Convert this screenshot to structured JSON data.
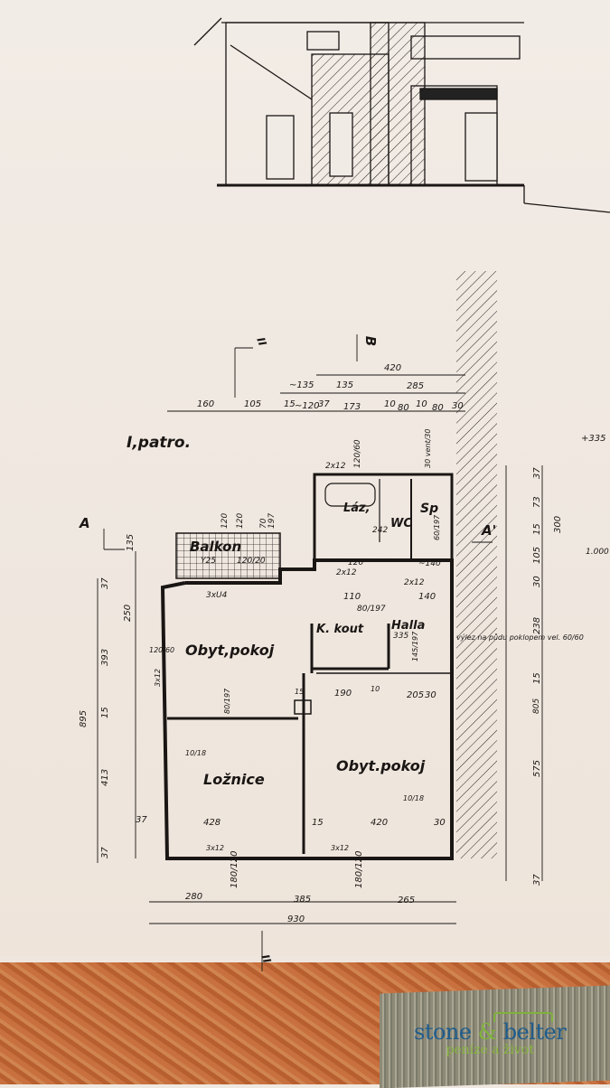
{
  "drawing": {
    "floor_title": "I,patro.",
    "section_markers": [
      "A",
      "A'",
      "B",
      "II"
    ],
    "rooms": {
      "balcony": "Balkon",
      "living_room_1": "Obyt,pokoj",
      "kitchen_corner": "K. kout",
      "hall": "Halla",
      "bathroom": "Láz,",
      "wc": "WC",
      "pantry": "Sp",
      "bedroom": "Ložnice",
      "living_room_2": "Obyt.pokoj"
    },
    "note_attic": "výlez na půdu poklopem vel. 60/60",
    "top_dimensions": [
      "420",
      "~135",
      "135",
      "285",
      "160",
      "105",
      "15",
      "~120",
      "37",
      "173",
      "10",
      "80",
      "10",
      "80",
      "30",
      "+335"
    ],
    "left_dimensions": [
      "135",
      "37",
      "250",
      "393",
      "895",
      "15",
      "413",
      "37",
      "37",
      "120/60",
      "3x12",
      "3xU4"
    ],
    "interior_dimensions": [
      "2x12",
      "120/60",
      "30 vent/30",
      "Y25",
      "120/20",
      "120",
      "120",
      "70",
      "197",
      "242",
      "60/197",
      "2x12",
      "120",
      "2x12",
      "140",
      "110",
      "80/197",
      "335",
      "145/197",
      "190",
      "10",
      "205",
      "30",
      "15",
      "80/197",
      "10/18",
      "428",
      "15",
      "420",
      "30",
      "3x12",
      "3x12",
      "10/18",
      "~140",
      "1.000"
    ],
    "right_dimensions": [
      "37",
      "73",
      "300",
      "15",
      "105",
      "30",
      "238",
      "15",
      "805",
      "575",
      "37"
    ],
    "bottom_dimensions": [
      "180/120",
      "180/120",
      "280",
      "385",
      "265",
      "930"
    ]
  },
  "watermark": {
    "brand_left": "stone",
    "brand_amp": "&",
    "brand_right": "belter",
    "tagline": "peníze a život"
  }
}
